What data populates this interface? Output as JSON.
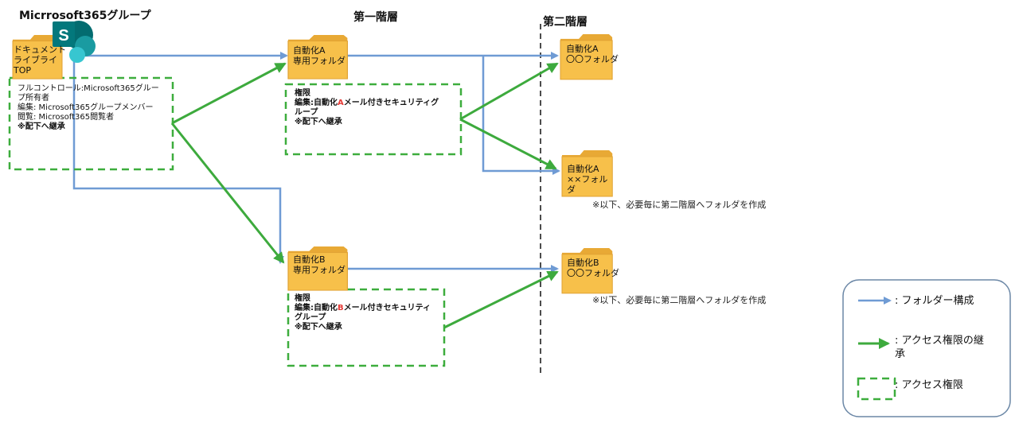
{
  "headings": {
    "group": "Micrrosoft365グループ",
    "level1": "第一階層",
    "level2": "第二階層"
  },
  "root_folder": {
    "line1": "ドキュメント",
    "line2": "ライブライ",
    "line3": "TOP",
    "icon": "sharepoint-icon"
  },
  "root_perm": {
    "line1": "フルコントロール:Microsoft365グルー",
    "line2": "プ所有者",
    "line3": "編集: Microsoft365グループメンバー",
    "line4": "閲覧: Microsoft365閲覧者",
    "line5": "※配下へ継承"
  },
  "folder_a": {
    "line1": "自動化A",
    "line2": "専用フォルダ"
  },
  "perm_a": {
    "line1": "権限",
    "line2_pre": "編集:自動化",
    "line2_mark": "A",
    "line2_post": "メール付きセキュリティグ",
    "line3": "ループ",
    "line4": "※配下へ継承"
  },
  "folder_b": {
    "line1": "自動化B",
    "line2": "専用フォルダ"
  },
  "perm_b": {
    "line1": "権限",
    "line2_pre": "編集:自動化",
    "line2_mark": "B",
    "line2_post": "メール付きセキュリティ",
    "line3": "グループ",
    "line4": "※配下へ継承"
  },
  "folder_a1": {
    "line1": "自動化A",
    "line2": "〇〇フォルダ"
  },
  "folder_a2": {
    "line1": "自動化A",
    "line2": "××フォル",
    "line3": "ダ"
  },
  "folder_b1": {
    "line1": "自動化B",
    "line2": "〇〇フォルダ"
  },
  "note_a": "※以下、必要毎に第二階層へフォルダを作成",
  "note_b": "※以下、必要毎に第二階層へフォルダを作成",
  "legend": {
    "folder_structure": ": フォルダー構成",
    "access_inherit_1": ": アクセス権限の継",
    "access_inherit_2": "承",
    "access_perm": ": アクセス権限"
  },
  "colors": {
    "folder_fill": "#f7c04a",
    "folder_dark": "#e3a12f",
    "blue_line": "#6f9bd4",
    "green_line": "#3daa3d",
    "dash_green": "#3dad3d",
    "sharepoint": "#036c70"
  }
}
